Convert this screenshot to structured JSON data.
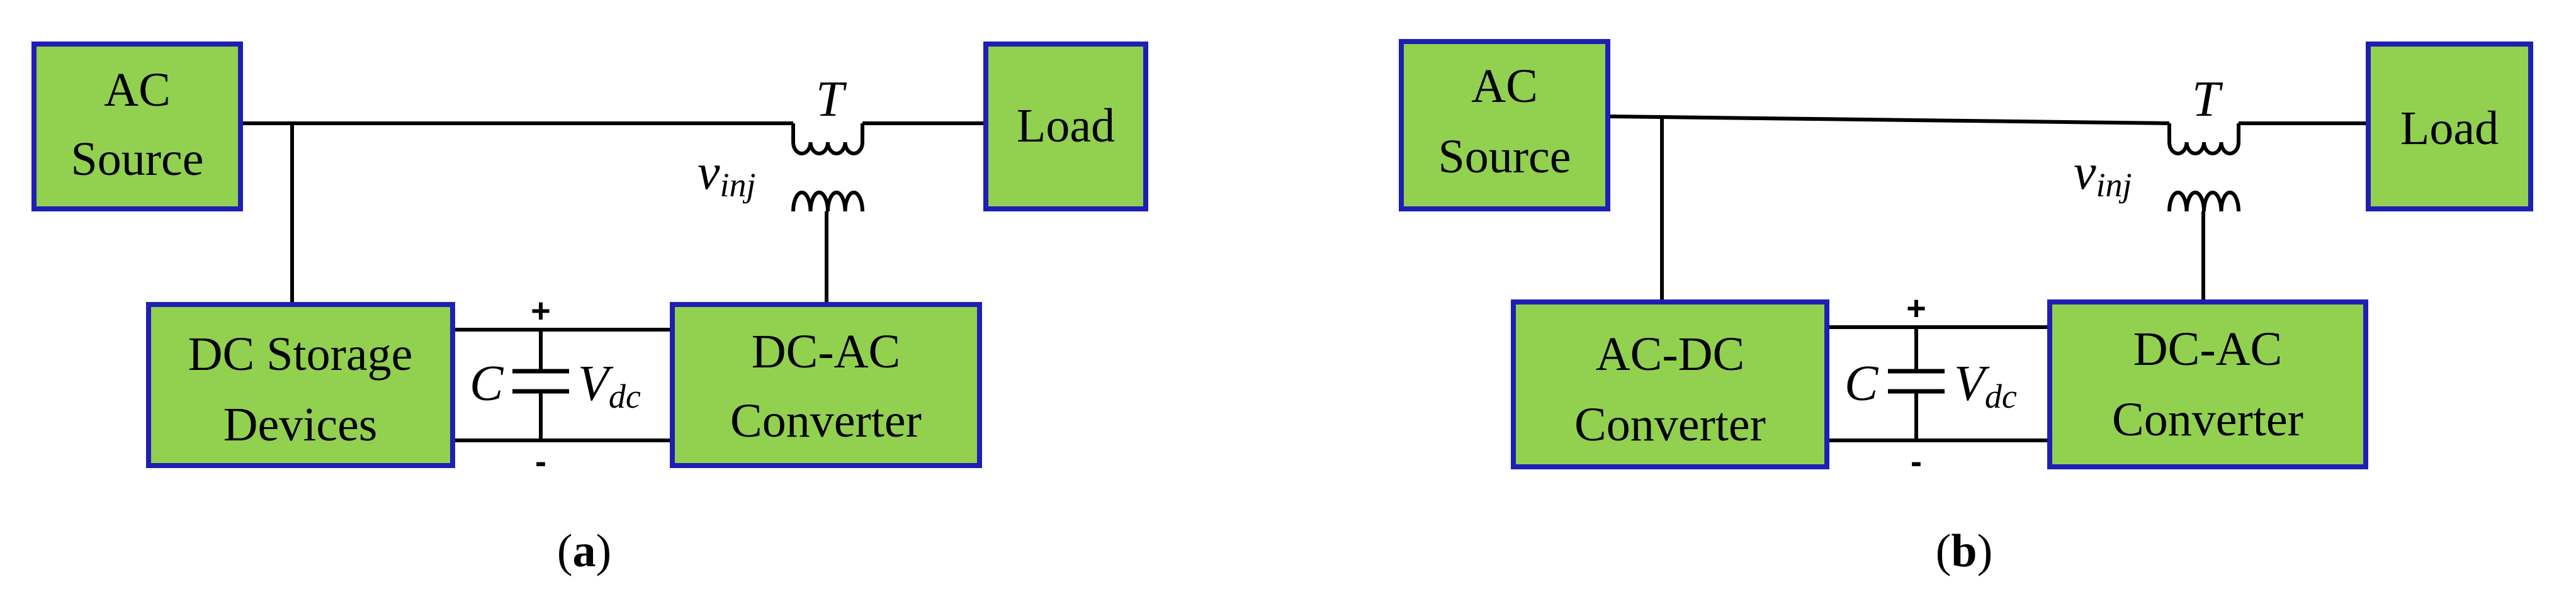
{
  "panel_a": {
    "ac_source": [
      "AC",
      "Source"
    ],
    "load": "Load",
    "storage": [
      "DC Storage",
      "Devices"
    ],
    "converter": [
      "DC-AC",
      "Converter"
    ],
    "transformer": "T",
    "v_inj": {
      "base": "v",
      "sub": "inj"
    },
    "capacitor": "C",
    "v_dc": {
      "base": "V",
      "sub": "dc"
    },
    "plus": "+",
    "minus": "-",
    "caption": {
      "open": "(",
      "letter": "a",
      "close": ")"
    }
  },
  "panel_b": {
    "ac_source": [
      "AC",
      "Source"
    ],
    "load": "Load",
    "rectifier": [
      "AC-DC",
      "Converter"
    ],
    "converter": [
      "DC-AC",
      "Converter"
    ],
    "transformer": "T",
    "v_inj": {
      "base": "v",
      "sub": "inj"
    },
    "capacitor": "C",
    "v_dc": {
      "base": "V",
      "sub": "dc"
    },
    "plus": "+",
    "minus": "-",
    "caption": {
      "open": "(",
      "letter": "b",
      "close": ")"
    }
  },
  "colors": {
    "block_fill": "#92d050",
    "block_border": "#1f1fb4",
    "wire": "#000000"
  }
}
